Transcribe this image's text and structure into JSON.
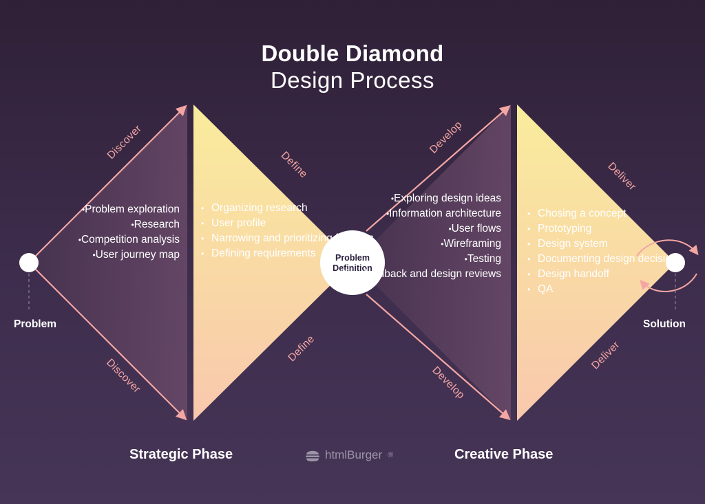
{
  "title": {
    "line1": "Double Diamond",
    "line2": "Design Process"
  },
  "endpoints": {
    "start": "Problem",
    "end": "Solution"
  },
  "center": {
    "line1": "Problem",
    "line2": "Definition"
  },
  "stages": {
    "discover": "Discover",
    "define": "Define",
    "develop": "Develop",
    "deliver": "Deliver"
  },
  "lists": {
    "discover": [
      "Problem exploration",
      "Research",
      "Competition analysis",
      "User journey map"
    ],
    "define": [
      "Organizing research",
      "User profile",
      "Narrowing and prioritizing features",
      "Defining requirements"
    ],
    "develop": [
      "Exploring design ideas",
      "Information architecture",
      "User flows",
      "Wireframing",
      "Testing",
      "Getting feedback and design reviews"
    ],
    "deliver": [
      "Chosing a concept",
      "Prototyping",
      "Design system",
      "Documenting design decisions",
      "Design handoff",
      "QA"
    ]
  },
  "phases": {
    "strategic": "Strategic Phase",
    "creative": "Creative Phase"
  },
  "brand": {
    "name": "htmlBurger",
    "mark": "®"
  },
  "colors": {
    "background": "#3a2a48",
    "diverge_fill": "#5a3f5e",
    "converge_fill_top": "#f9ec9c",
    "converge_fill_bottom": "#f9c8ad",
    "arrow": "#f4a6a3",
    "text": "#ffffff"
  }
}
